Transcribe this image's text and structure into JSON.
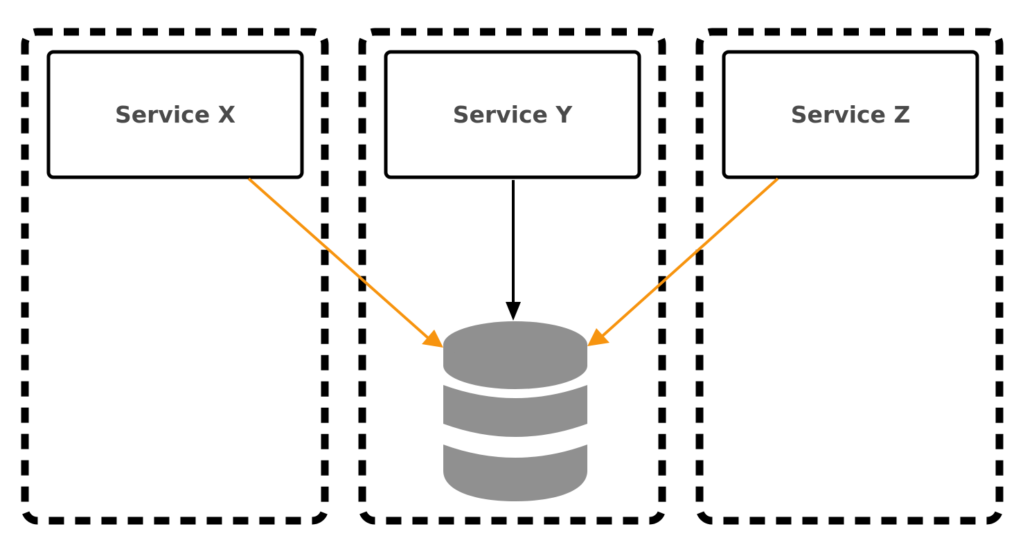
{
  "services": [
    {
      "label": "Service X"
    },
    {
      "label": "Service Y"
    },
    {
      "label": "Service Z"
    }
  ],
  "database": {
    "icon": "database-icon"
  },
  "connections": [
    {
      "from": "Service X",
      "to": "database",
      "color": "#f7940f",
      "style": "shared-access"
    },
    {
      "from": "Service Y",
      "to": "database",
      "color": "#000000",
      "style": "owner"
    },
    {
      "from": "Service Z",
      "to": "database",
      "color": "#f7940f",
      "style": "shared-access"
    }
  ],
  "colors": {
    "shared_access": "#f7940f",
    "owner": "#000000",
    "database_fill": "#909090",
    "service_text": "#4a4a4a",
    "boundary": "#000000"
  }
}
